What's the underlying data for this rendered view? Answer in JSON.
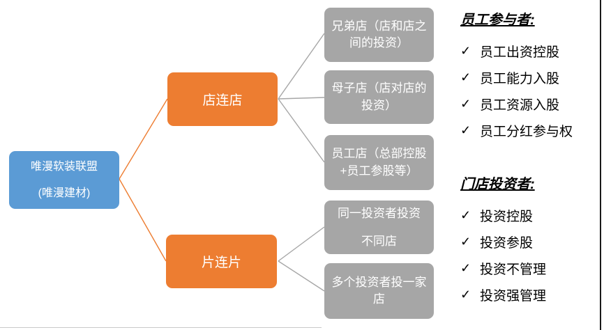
{
  "diagram": {
    "root": {
      "text": "唯漫软装联盟\n(唯漫建材)"
    },
    "branches": [
      {
        "label": "店连店"
      },
      {
        "label": "片连片"
      }
    ],
    "leaves": [
      {
        "text": "兄弟店（店和店之\n间的投资）"
      },
      {
        "text": "母子店（店对店的\n投资）"
      },
      {
        "text": "员工店（总部控股\n+员工参股等）"
      },
      {
        "text": "同一投资者投资\n不同店"
      },
      {
        "text": "多个投资者投一家\n店"
      }
    ]
  },
  "legend": {
    "check_glyph": "✓",
    "sections": [
      {
        "title": "员工参与者:",
        "items": [
          "员工出资控股",
          "员工能力入股",
          "员工资源入股",
          "员工分红参与权"
        ]
      },
      {
        "title": "门店投资者:",
        "items": [
          "投资控股",
          "投资参股",
          "投资不管理",
          "投资强管理"
        ]
      }
    ]
  },
  "colors": {
    "root_fill": "#5B9BD5",
    "branch_fill": "#ED7D31",
    "leaf_fill": "#A6A6A6",
    "connector_orange": "#ED7D31",
    "connector_gray": "#A6A6A6",
    "box_text": "#FFFFFF",
    "legend_text": "#000000"
  }
}
